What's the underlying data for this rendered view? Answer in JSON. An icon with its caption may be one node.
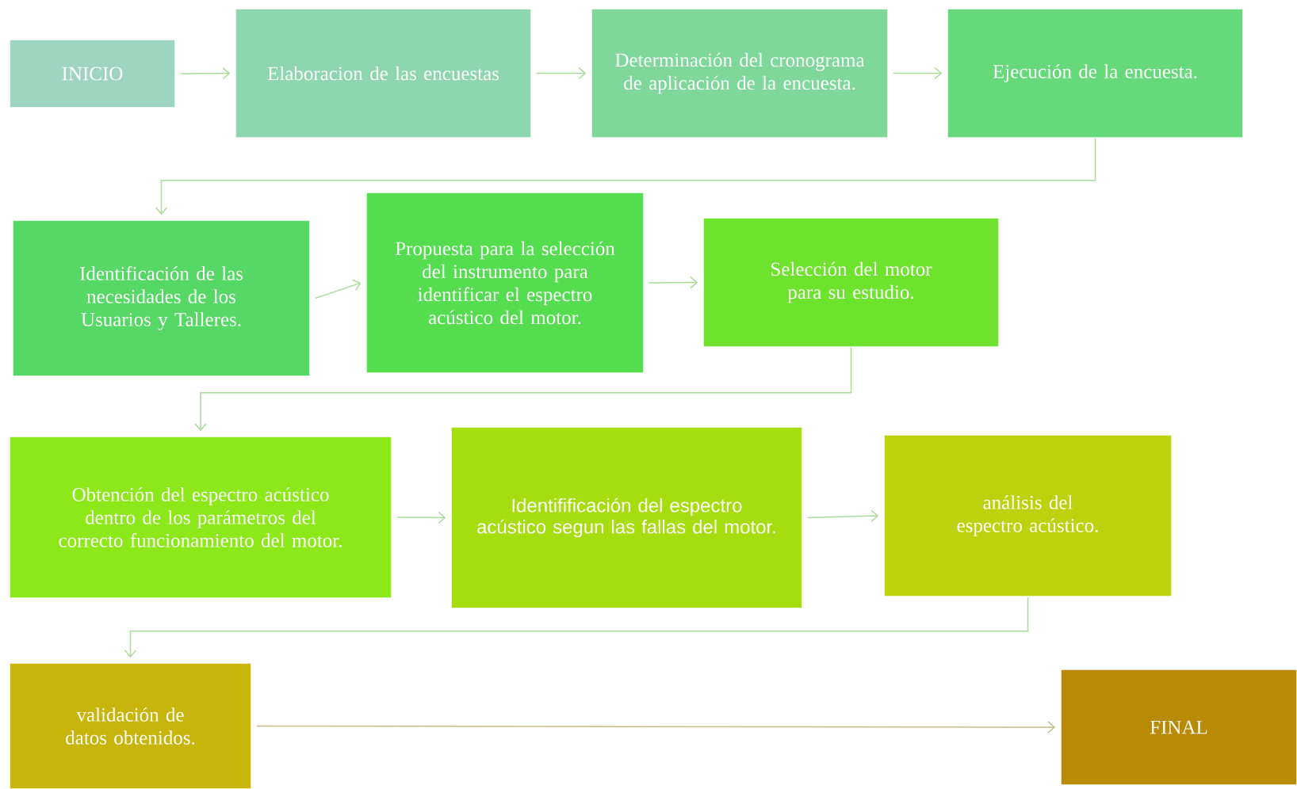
{
  "diagram": {
    "nodes": [
      {
        "text": [
          "INICIO"
        ]
      },
      {
        "text": [
          "Elaboracion de las encuestas"
        ]
      },
      {
        "text": [
          "Determinación del cronograma de aplicación de la  encuesta."
        ]
      },
      {
        "text": [
          "Ejecución de la encuesta."
        ]
      },
      {
        "text": [
          "Identificación de las necesidades de los Usuarios y Talleres."
        ]
      },
      {
        "text": [
          "Propuesta para la selección del instrumento para identificar el espectro acústico del motor."
        ]
      },
      {
        "text": [
          "Selección del motor para su estudio."
        ]
      },
      {
        "text": [
          "Obtención del espectro acústico dentro de los  parámetros del correcto funcionamiento del motor."
        ]
      },
      {
        "text": [
          "Identifificación del espectro acústico segun las fallas del motor."
        ]
      },
      {
        "text": [
          "análisis del espectro acústico."
        ]
      },
      {
        "text": [
          "validación de datos obtenidos."
        ]
      },
      {
        "text": [
          "FINAL"
        ]
      }
    ],
    "edges": [
      {
        "from": 0,
        "to": 1,
        "arrow": "to"
      },
      {
        "from": 1,
        "to": 2,
        "arrow": "to"
      },
      {
        "from": 2,
        "to": 3,
        "arrow": "to"
      },
      {
        "from": 3,
        "to": 4,
        "arrow": "to"
      },
      {
        "from": 4,
        "to": 5,
        "arrow": "to"
      },
      {
        "from": 5,
        "to": 6,
        "arrow": "to"
      },
      {
        "from": 6,
        "to": 7,
        "arrow": "to"
      },
      {
        "from": 7,
        "to": 8,
        "arrow": "to"
      },
      {
        "from": 8,
        "to": 9,
        "arrow": "to"
      },
      {
        "from": 9,
        "to": 10,
        "arrow": "to"
      },
      {
        "from": 10,
        "to": 11,
        "arrow": "to",
        "color": "#c8bb85"
      }
    ]
  }
}
